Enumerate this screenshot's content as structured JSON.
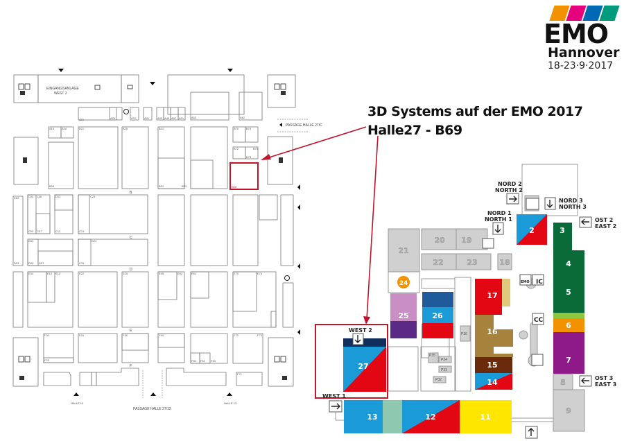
{
  "logo": {
    "name": "EMO",
    "city": "Hannover",
    "dates": "18-23·9·2017",
    "bar_colors": [
      "#f39200",
      "#e5007d",
      "#0069b4",
      "#009a7c"
    ]
  },
  "callout": {
    "line1": "3D Systems auf der EMO 2017",
    "line2": "Halle27 - B69",
    "accent_color": "#d0021b"
  },
  "hall_plan": {
    "entrance_label_1": "EINGANGSANLAGE",
    "entrance_label_2": "WEST 2",
    "passage_right": "PASSAGE HALLE 27/C",
    "passage_bottom": "PASSAGE HALLE 27/13",
    "halle_left": "HALLE 13",
    "halle_right": "HALLE 13",
    "row_labels": [
      "B",
      "C",
      "D",
      "E",
      "F"
    ],
    "highlighted_stand": "B69",
    "stands": [
      "A15",
      "A14",
      "A21",
      "A25",
      "A27",
      "A41",
      "A43",
      "A45",
      "A47",
      "A51",
      "A60",
      "A62",
      "B05",
      "B21",
      "B25",
      "B41",
      "B51",
      "B53",
      "B69",
      "B70",
      "B72",
      "B73",
      "B75",
      "B74",
      "C02",
      "C04",
      "C06",
      "C07",
      "C09",
      "C11",
      "C13",
      "C15",
      "C24",
      "D03",
      "D04",
      "D07",
      "D09",
      "D13",
      "D24",
      "E04",
      "E10",
      "E12",
      "E22",
      "E25",
      "E45",
      "E52",
      "E61",
      "E70",
      "E74",
      "F20",
      "F23",
      "F24",
      "F26",
      "F40",
      "F50",
      "F51",
      "F53",
      "F70",
      "F71",
      "F73"
    ]
  },
  "fairground": {
    "halls": [
      {
        "id": "2",
        "color": "split-blue-red"
      },
      {
        "id": "3",
        "color": "#0b6b38"
      },
      {
        "id": "4",
        "color": "#0b6b38"
      },
      {
        "id": "5",
        "color": "#0b6b38"
      },
      {
        "id": "6",
        "color": "#f39200"
      },
      {
        "id": "7",
        "color": "#8e1a8a"
      },
      {
        "id": "8",
        "color": "#d0d0d0"
      },
      {
        "id": "9",
        "color": "#d0d0d0"
      },
      {
        "id": "11",
        "color": "#ffe600"
      },
      {
        "id": "12",
        "color": "split-blue-red"
      },
      {
        "id": "13",
        "color": "#1a9ad6"
      },
      {
        "id": "14",
        "color": "split-blue-red"
      },
      {
        "id": "15",
        "color": "#6b2a0c"
      },
      {
        "id": "16",
        "color": "#a6823c"
      },
      {
        "id": "17",
        "color": "#e30613"
      },
      {
        "id": "18",
        "color": "#d0d0d0"
      },
      {
        "id": "19",
        "color": "#d0d0d0"
      },
      {
        "id": "20",
        "color": "#d0d0d0"
      },
      {
        "id": "21",
        "color": "#d0d0d0"
      },
      {
        "id": "22",
        "color": "#d0d0d0"
      },
      {
        "id": "23",
        "color": "#d0d0d0"
      },
      {
        "id": "24",
        "color": "#f39200"
      },
      {
        "id": "25",
        "color": "#c98fc4"
      },
      {
        "id": "26",
        "color": "#1a9ad6"
      },
      {
        "id": "27",
        "color": "split-blue-red"
      }
    ],
    "pavilions": [
      "P32",
      "P33",
      "P34",
      "P35",
      "P36"
    ],
    "entrances": {
      "nord2_de": "NORD 2",
      "nord2_en": "NORTH 2",
      "nord1_de": "NORD 1",
      "nord1_en": "NORTH 1",
      "nord3_de": "NORD 3",
      "nord3_en": "NORTH 3",
      "ost2_de": "OST 2",
      "ost2_en": "EAST 2",
      "ost3_de": "OST 3",
      "ost3_en": "EAST 3",
      "west1": "WEST 1",
      "west2": "WEST 2"
    },
    "facilities": {
      "ic": "IC",
      "cc": "CC",
      "emo": "EMO"
    }
  }
}
